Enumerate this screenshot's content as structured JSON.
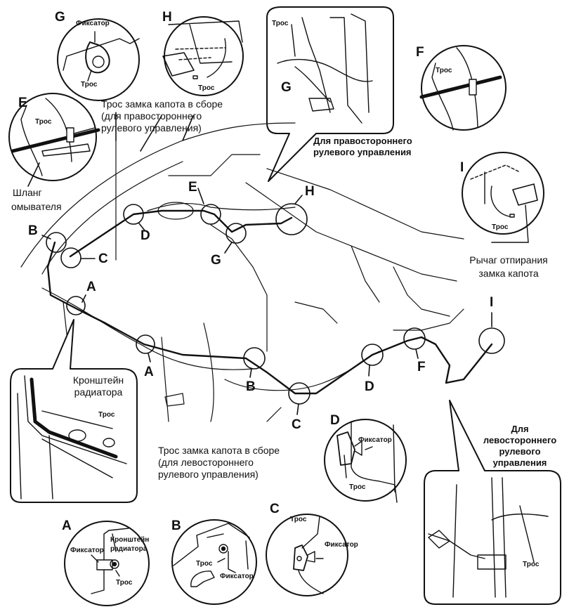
{
  "title": "Трос замка капота — схема прокладки",
  "callouts": {
    "G": {
      "letter": "G",
      "retainer": "Фиксатор",
      "cable": "Трос"
    },
    "H": {
      "letter": "H",
      "cable": "Трос"
    },
    "E": {
      "letter": "E",
      "cable": "Трос",
      "hose": [
        "Шланг",
        "омывателя"
      ]
    },
    "F": {
      "letter": "F",
      "cable": "Трос"
    },
    "I": {
      "letter": "I",
      "cable": "Трос",
      "lever": [
        "Рычаг отпирания",
        "замка капота"
      ]
    },
    "D": {
      "letter": "D",
      "retainer": "Фиксатор",
      "cable": "Трос"
    },
    "A": {
      "letter": "A",
      "retainer": "Фиксатор",
      "bracket": [
        "Кронштейн",
        "радиатора"
      ],
      "cable": "Трос"
    },
    "B": {
      "letter": "B",
      "retainer": "Фиксатор",
      "cable": "Трос"
    },
    "C": {
      "letter": "C",
      "retainer": "Фиксатор",
      "cable": "Трос"
    }
  },
  "rhd_box": {
    "cable": "Трос",
    "marker": "G",
    "title": [
      "Для правостороннего",
      "рулевого управления"
    ]
  },
  "lhd_box": {
    "cable": "Трос",
    "title": [
      "Для",
      "левостороннего",
      "рулевого",
      "управления"
    ]
  },
  "radiator_box": {
    "bracket": [
      "Кронштейн",
      "радиатора"
    ],
    "cable": "Трос"
  },
  "main_labels": {
    "rhd_assembly": [
      "Трос замка капота в сборе",
      "(для правостороннего",
      "рулевого управления)"
    ],
    "lhd_assembly": [
      "Трос замка капота в сборе",
      "(для левостороннего",
      "рулевого управления)"
    ]
  },
  "main_markers": {
    "B": "B",
    "C1": "C",
    "D1": "D",
    "E": "E",
    "G": "G",
    "H": "H",
    "A1": "A",
    "A2": "A",
    "B2": "B",
    "C2": "C",
    "D2": "D",
    "F": "F",
    "I": "I"
  }
}
